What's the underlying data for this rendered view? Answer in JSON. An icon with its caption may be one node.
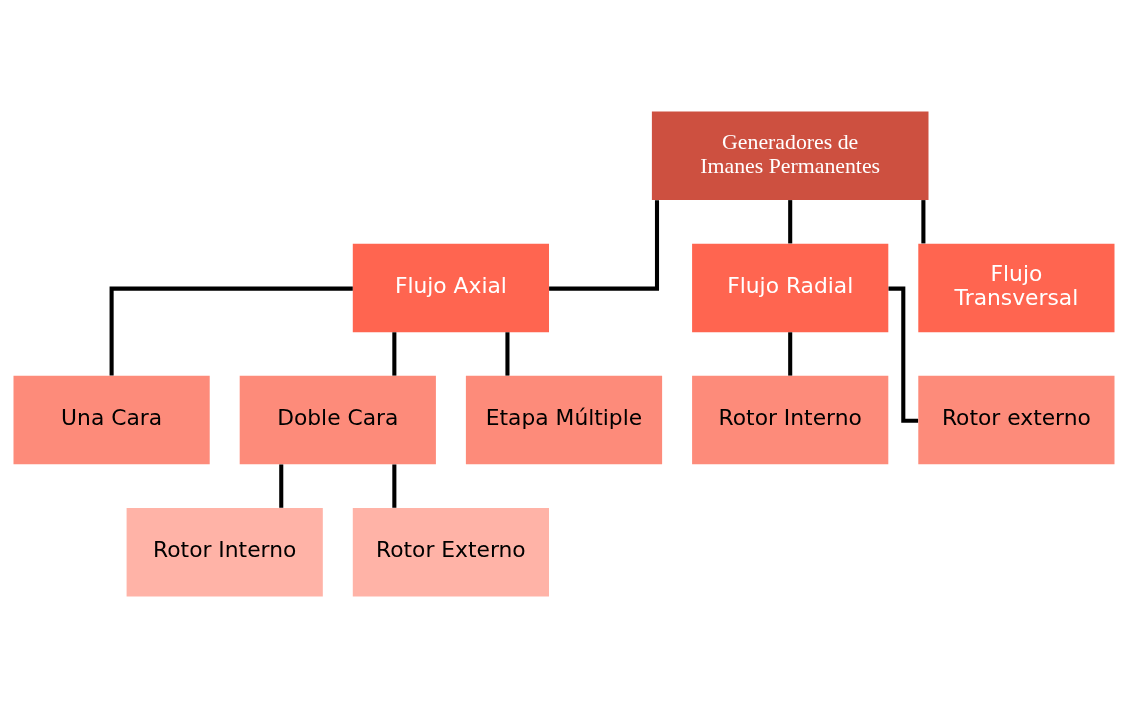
{
  "diagram": {
    "nodes": [
      {
        "text": [
          "Generadores de Imanes Permanentes"
        ]
      },
      {
        "text": [
          "Flujo Axial"
        ]
      },
      {
        "text": [
          "Flujo Radial"
        ]
      },
      {
        "text": [
          "Flujo Transversal"
        ]
      },
      {
        "text": [
          "Una Cara"
        ]
      },
      {
        "text": [
          "Doble Cara"
        ]
      },
      {
        "text": [
          "Etapa Múltiple"
        ]
      },
      {
        "text": [
          "Rotor Interno"
        ]
      },
      {
        "text": [
          "Rotor Externo"
        ]
      },
      {
        "text": [
          "Rotor Interno"
        ]
      },
      {
        "text": [
          "Rotor externo"
        ]
      }
    ],
    "edges": [
      {
        "from": 0,
        "to": 1,
        "arrow": "none"
      },
      {
        "from": 0,
        "to": 2,
        "arrow": "none"
      },
      {
        "from": 0,
        "to": 3,
        "arrow": "none"
      },
      {
        "from": 1,
        "to": 4,
        "arrow": "none"
      },
      {
        "from": 1,
        "to": 5,
        "arrow": "none"
      },
      {
        "from": 1,
        "to": 6,
        "arrow": "none"
      },
      {
        "from": 5,
        "to": 7,
        "arrow": "none"
      },
      {
        "from": 5,
        "to": 8,
        "arrow": "none"
      },
      {
        "from": 2,
        "to": 9,
        "arrow": "none"
      },
      {
        "from": 2,
        "to": 10,
        "arrow": "none"
      }
    ]
  }
}
